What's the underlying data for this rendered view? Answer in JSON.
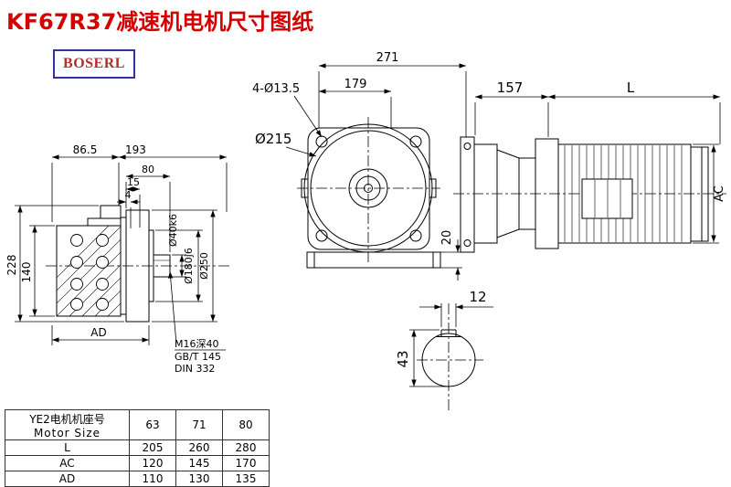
{
  "page": {
    "title": "KF67R37减速机电机尺寸图纸",
    "logo": "BOSERL"
  },
  "side_view": {
    "dim_width_housing": "86.5",
    "dim_width_total": "193",
    "dim_80": "80",
    "dim_15": "15",
    "dim_4": "4",
    "dim_height_total": "228",
    "dim_height_housing": "140",
    "dim_ad": "AD",
    "dim_shaft_dia": "Ø40k6",
    "dim_spigot_dia": "Ø180j6",
    "dim_flange_dia": "Ø250",
    "note_tap": "M16深40",
    "note_gb": "GB/T 145",
    "note_din": "DIN 332"
  },
  "front_view": {
    "dim_depth_total": "271",
    "dim_depth": "179",
    "dim_bolt_holes": "4-Ø13.5",
    "dim_flange_dia": "Ø215",
    "dim_foot": "20"
  },
  "motor_view": {
    "dim_157": "157",
    "dim_l": "L",
    "dim_ac": "AC"
  },
  "shaft_section": {
    "dim_key_width": "12",
    "dim_key_height": "43"
  },
  "table": {
    "header_line1": "YE2电机机座号",
    "header_line2": "Motor Size",
    "sizes": [
      "63",
      "71",
      "80"
    ],
    "rows": [
      {
        "label": "L",
        "values": [
          "205",
          "260",
          "280"
        ]
      },
      {
        "label": "AC",
        "values": [
          "120",
          "145",
          "170"
        ]
      },
      {
        "label": "AD",
        "values": [
          "110",
          "130",
          "135"
        ]
      }
    ]
  }
}
